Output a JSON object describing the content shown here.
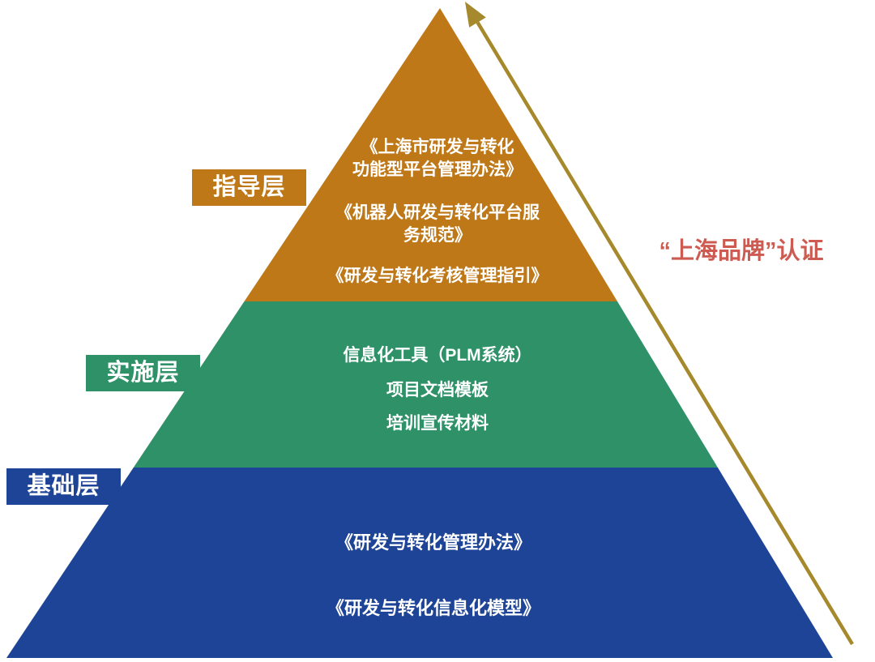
{
  "diagram": {
    "layers": [
      {
        "label": "指导层",
        "color": "#BE7817",
        "items": [
          "《上海市研发与转化\n功能型平台管理办法》",
          "《机器人研发与转化平台服\n务规范》",
          "《研发与转化考核管理指引》"
        ]
      },
      {
        "label": "实施层",
        "color": "#2E9168",
        "items": [
          "信息化工具（PLM系统）",
          "项目文档模板",
          "培训宣传材料"
        ]
      },
      {
        "label": "基础层",
        "color": "#1E4497",
        "items": [
          "《研发与转化管理办法》",
          "《研发与转化信息化模型》"
        ]
      }
    ],
    "annotation": {
      "text": "“上海品牌”认证",
      "color": "#CE5B51"
    },
    "arrow": {
      "color": "#A6892D"
    }
  }
}
